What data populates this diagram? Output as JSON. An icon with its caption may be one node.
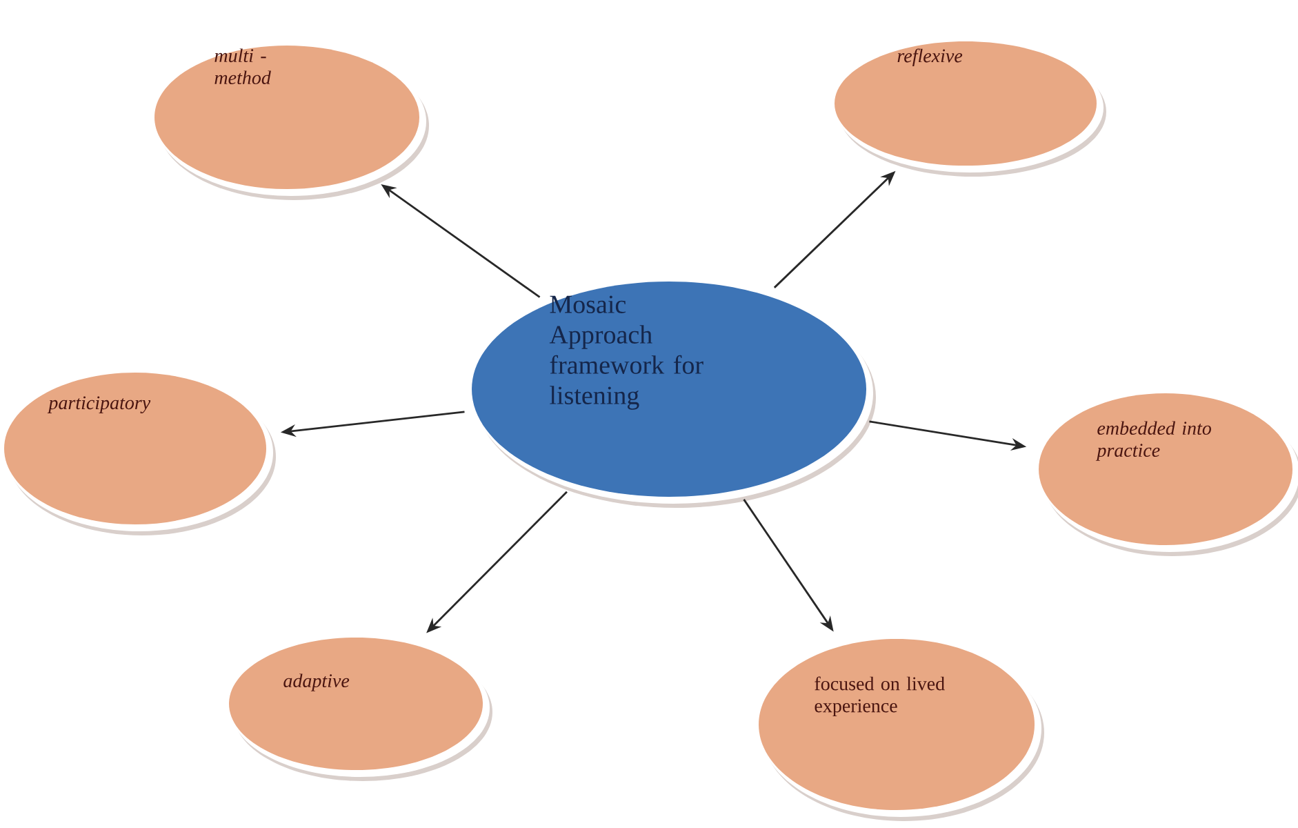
{
  "diagram": {
    "nodes": [
      {
        "text": [
          "multi - method"
        ]
      },
      {
        "text": [
          "reflexive"
        ]
      },
      {
        "text": [
          "Mosaic Approach framework for listening"
        ]
      },
      {
        "text": [
          "participatory"
        ]
      },
      {
        "text": [
          "embedded into practice"
        ]
      },
      {
        "text": [
          "adaptive"
        ]
      },
      {
        "text": [
          "focused on lived experience"
        ]
      }
    ],
    "edges": [
      {
        "from": 2,
        "to": 0,
        "arrow": "to"
      },
      {
        "from": 2,
        "to": 1,
        "arrow": "to"
      },
      {
        "from": 2,
        "to": 3,
        "arrow": "to"
      },
      {
        "from": 2,
        "to": 4,
        "arrow": "to"
      },
      {
        "from": 2,
        "to": 5,
        "arrow": "to"
      },
      {
        "from": 2,
        "to": 6,
        "arrow": "to"
      }
    ]
  }
}
